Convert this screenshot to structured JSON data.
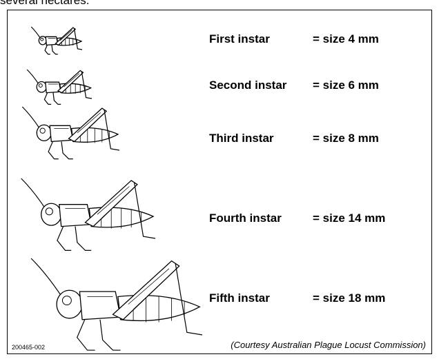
{
  "header_fragment": "several hectares.",
  "stages": [
    {
      "stage": "First instar",
      "size": "= size 4 mm"
    },
    {
      "stage": "Second instar",
      "size": "= size 6 mm"
    },
    {
      "stage": "Third instar",
      "size": "= size 8 mm"
    },
    {
      "stage": "Fourth instar",
      "size": "= size 14 mm"
    },
    {
      "stage": "Fifth instar",
      "size": "= size 18 mm"
    }
  ],
  "figure_code": "200465-002",
  "credit": "(Courtesy Australian Plague Locust Commission)"
}
